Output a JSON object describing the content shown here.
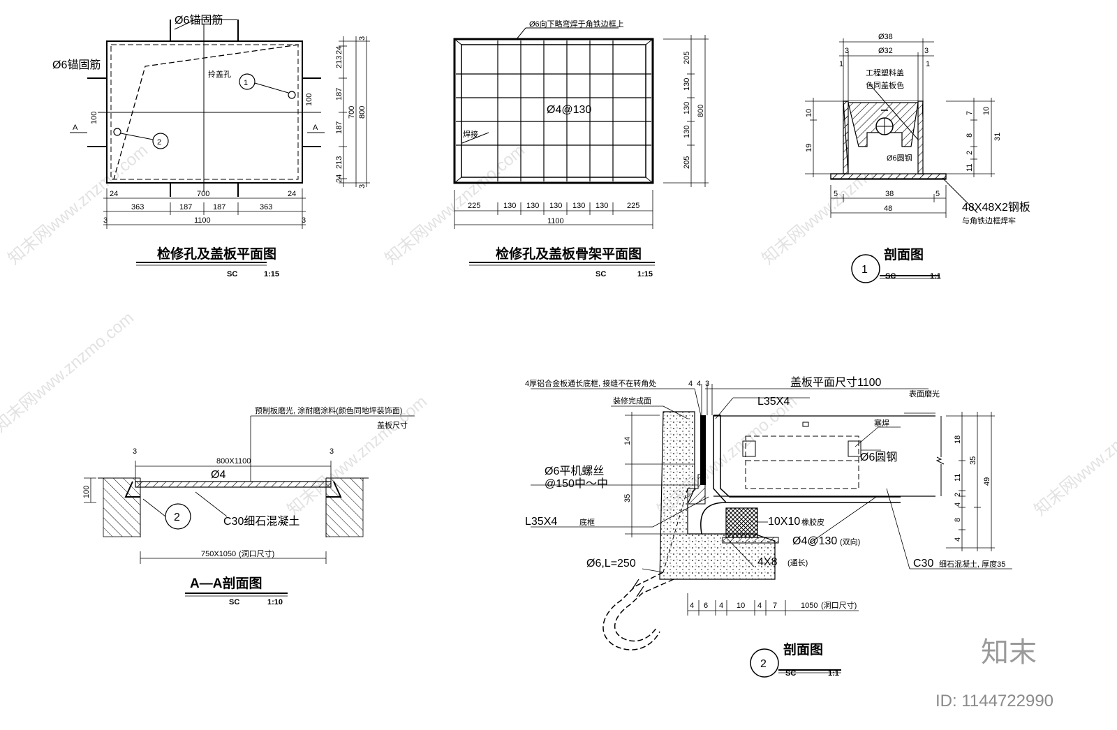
{
  "plan": {
    "rebar_top": "Ø6锚固筋",
    "rebar_left": "Ø6锚固筋",
    "pull_hole": "拎盖孔",
    "marker1": "1",
    "marker2": "2",
    "section_a_left": "A",
    "section_a_right": "A",
    "dims_right": [
      "24",
      "213",
      "187",
      "187",
      "213",
      "24",
      "3",
      "3",
      "700",
      "800"
    ],
    "dim_100a": "100",
    "dim_100b": "100",
    "dims_bottom_top": [
      "24",
      "700",
      "24"
    ],
    "dims_bottom_mid": [
      "363",
      "187",
      "187",
      "363"
    ],
    "dims_bottom_total": [
      "3",
      "1100",
      "3"
    ],
    "title": "检修孔及盖板平面图",
    "sc": "SC",
    "scale": "1:15"
  },
  "frame": {
    "note_top": "Ø6向下略弯焊于角铁边框上",
    "weld": "焊接",
    "mesh": "Ø4@130",
    "dims_right": [
      "205",
      "130",
      "130",
      "130",
      "205"
    ],
    "dim_total_right": "800",
    "dims_bottom": [
      "225",
      "130",
      "130",
      "130",
      "130",
      "130",
      "225"
    ],
    "dim_total": "1100",
    "title": "检修孔及盖板骨架平面图",
    "sc": "SC",
    "scale": "1:15"
  },
  "sec1": {
    "dim_38": "Ø38",
    "dim_32": "Ø32",
    "dim_3a": "3",
    "dim_3b": "3",
    "dim_1a": "1",
    "dim_1b": "1",
    "note_plastic": "工程塑料盖",
    "note_color": "色同盖板色",
    "rebar": "Ø6圆钢",
    "dims_left": [
      "10",
      "19"
    ],
    "dims_right": [
      "7",
      "8",
      "2",
      "10",
      "11",
      "31"
    ],
    "dims_bottom": [
      "5",
      "38",
      "5"
    ],
    "dim_48": "48",
    "note_plate": "48X48X2钢板",
    "note_plate2": "与角铁边框焊牢",
    "marker": "1",
    "title": "剖面图",
    "sc": "SC",
    "scale": "1:1"
  },
  "secA": {
    "note": "预制板磨光, 涂耐磨涂料(颜色同地坪装饰面)",
    "note2": "盖板尺寸",
    "dim_3a": "3",
    "dim_3b": "3",
    "dim_cover": "800X1100",
    "rebar": "Ø4",
    "dim_100": "100",
    "concrete": "C30细石混凝土",
    "dim_opening": "750X1050",
    "dim_opening_note": "(洞口尺寸)",
    "marker": "2",
    "title": "A—A剖面图",
    "sc": "SC",
    "scale": "1:10"
  },
  "sec2": {
    "note_alu": "4厚铝合金板通长底框, 接缝不在转角处",
    "dims_top": [
      "4",
      "4",
      "3"
    ],
    "dim_cover": "盖板平面尺寸1100",
    "surface": "表面磨光",
    "finish": "装修完成面",
    "angle_top": "L35X4",
    "weld": "塞焊",
    "rebar": "Ø6圆钢",
    "bolt": "Ø6平机螺丝",
    "bolt_spacing": "@150中～中",
    "angle_base": "L35X4",
    "angle_base_note": "底框",
    "rubber": "10X10",
    "rubber_note": "橡胶皮",
    "mesh": "Ø4@130",
    "mesh_note": "(双向)",
    "strip": "4X8",
    "strip_note": "(通长)",
    "anchor": "Ø6,L=250",
    "concrete": "C30",
    "concrete_note": "细石混凝土, 厚度35",
    "dims_left": [
      "14",
      "35"
    ],
    "dims_right": [
      "18",
      "11",
      "2",
      "4",
      "8",
      "4",
      "35",
      "49"
    ],
    "dims_bottom": [
      "4",
      "6",
      "4",
      "10",
      "4",
      "7"
    ],
    "dim_opening": "1050",
    "dim_opening_note": "(洞口尺寸)",
    "marker": "2",
    "title": "剖面图",
    "sc": "SC",
    "scale": "1:1"
  },
  "watermark": {
    "site": "知末网www.znzmo.com",
    "logo": "知末",
    "id": "ID: 1144722990"
  }
}
